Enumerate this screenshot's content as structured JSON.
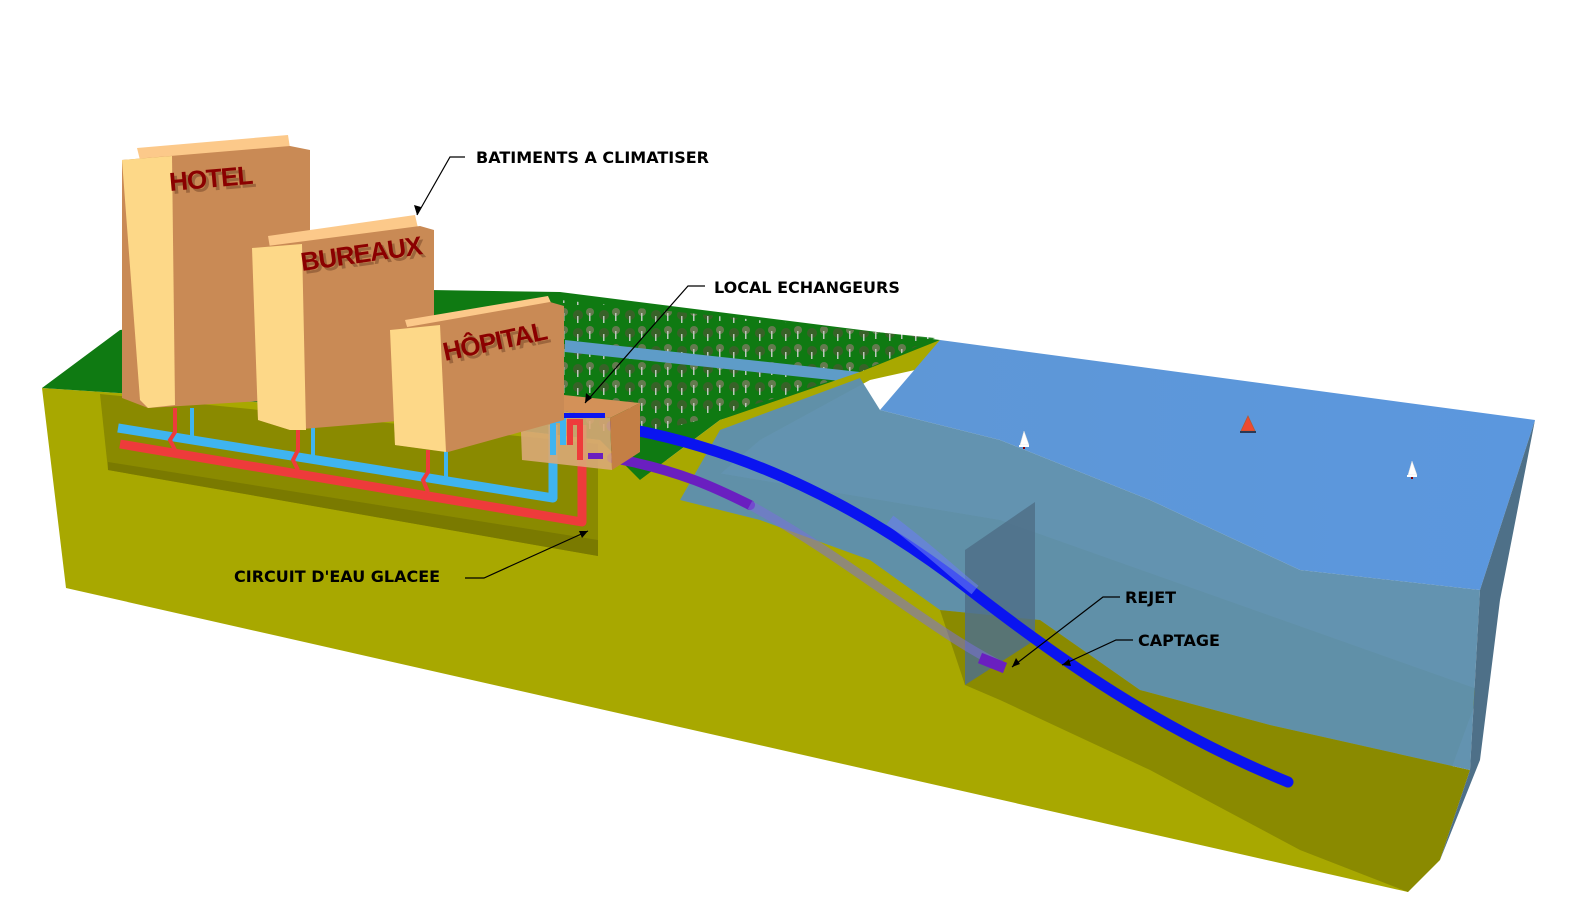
{
  "diagram": {
    "title": "Sea Water Air Conditioning system",
    "callouts": {
      "buildings": "BATIMENTS A CLIMATISER",
      "exchanger_room": "LOCAL ECHANGEURS",
      "chilled_water_loop": "CIRCUIT D'EAU GLACEE",
      "discharge": "REJET",
      "intake": "CAPTAGE"
    },
    "buildings": [
      {
        "id": "hotel",
        "label": "HOTEL"
      },
      {
        "id": "bureaux",
        "label": "BUREAUX"
      },
      {
        "id": "hopital",
        "label": "HÔPITAL"
      }
    ],
    "boats": [
      {
        "id": "boat-1",
        "type": "white-sailboat"
      },
      {
        "id": "boat-2",
        "type": "red-sailboat"
      },
      {
        "id": "boat-3",
        "type": "white-sailboat"
      }
    ],
    "colors": {
      "ground": "#a8a800",
      "ground_dark": "#8a8a00",
      "grass": "#0f7a12",
      "sea_surface": "#5b97de",
      "sea_body": "#5e8fad",
      "building_light": "#fdd888",
      "building_dark": "#c98a55",
      "label_red": "#8b0000",
      "cold_pipe": "#3fb4f0",
      "hot_pipe": "#ee3b3b",
      "intake_pipe": "#0a14f0",
      "discharge_pipe": "#6a1fc0"
    }
  }
}
